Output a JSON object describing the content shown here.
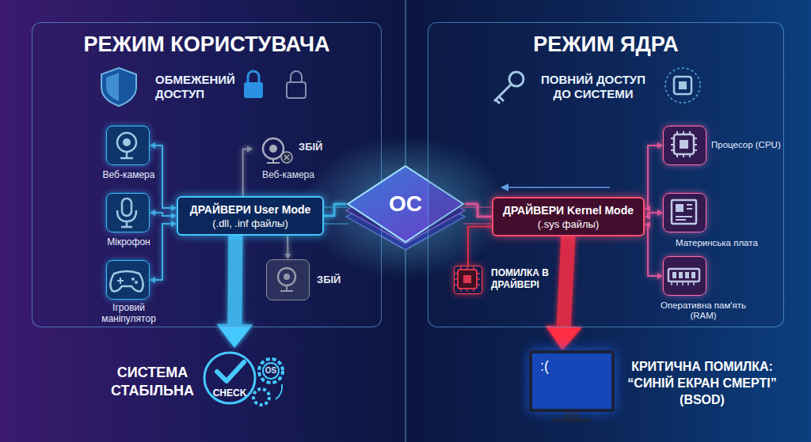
{
  "diagram": {
    "nodes": [
      {
        "text": [
          "РЕЖИМ КОРИСТУВАЧА"
        ]
      },
      {
        "text": [
          "Веб-камера"
        ],
        "in": 0
      },
      {
        "text": [
          "Мікрофон"
        ],
        "in": 0
      },
      {
        "text": [
          "Ігровий маніпулятор"
        ],
        "in": 0
      },
      {
        "text": [
          "ДРАЙВЕРИ User Mode",
          "(.dll, .inf файлы)"
        ],
        "in": 0
      },
      {
        "text": [
          "ЗБІЙ",
          "Веб-камера"
        ],
        "in": 0
      },
      {
        "text": [
          "ЗБІЙ"
        ],
        "in": 0
      },
      {
        "text": [
          "ОС"
        ]
      },
      {
        "text": [
          "РЕЖИМ ЯДРА"
        ]
      },
      {
        "text": [
          "ДРАЙВЕРИ Kernel Mode",
          "(.sys файлы)"
        ],
        "in": 8
      },
      {
        "text": [
          "Процесор (CPU)"
        ],
        "in": 8
      },
      {
        "text": [
          "Материнська плата"
        ],
        "in": 8
      },
      {
        "text": [
          "Оперативна пам'ять (RAM)"
        ],
        "in": 8
      },
      {
        "text": [
          "ПОМИЛКА В ДРАЙВЕРІ"
        ],
        "in": 8
      },
      {
        "text": [
          "СИСТЕМА СТАБІЛЬНА"
        ]
      },
      {
        "text": [
          ":(",
          "КРИТИЧНА ПОМИЛКА: “СИНІЙ ЕКРАН СМЕРТІ” (BSOD)"
        ]
      }
    ],
    "edges": [
      {
        "from": 4,
        "to": 1,
        "arrow": "both"
      },
      {
        "from": 4,
        "to": 2,
        "arrow": "both"
      },
      {
        "from": 4,
        "to": 3,
        "arrow": "both"
      },
      {
        "from": 4,
        "to": 5,
        "arrow": "to"
      },
      {
        "from": 4,
        "to": 6,
        "arrow": "to"
      },
      {
        "from": 4,
        "to": 7,
        "arrow": "none"
      },
      {
        "from": 7,
        "to": 9,
        "arrow": "none"
      },
      {
        "from": 9,
        "to": 10,
        "arrow": "both"
      },
      {
        "from": 9,
        "to": 11,
        "arrow": "both"
      },
      {
        "from": 9,
        "to": 12,
        "arrow": "both"
      },
      {
        "from": 13,
        "to": 9,
        "arrow": "none"
      },
      {
        "from": 4,
        "to": 14,
        "arrow": "to"
      },
      {
        "from": 9,
        "to": 15,
        "arrow": "to"
      }
    ],
    "labels": [
      "ОБМЕЖЕНИЙ ДОСТУП",
      "ПОВНИЙ ДОСТУП ДО СИСТЕМИ",
      "CHECK",
      "OS"
    ]
  }
}
